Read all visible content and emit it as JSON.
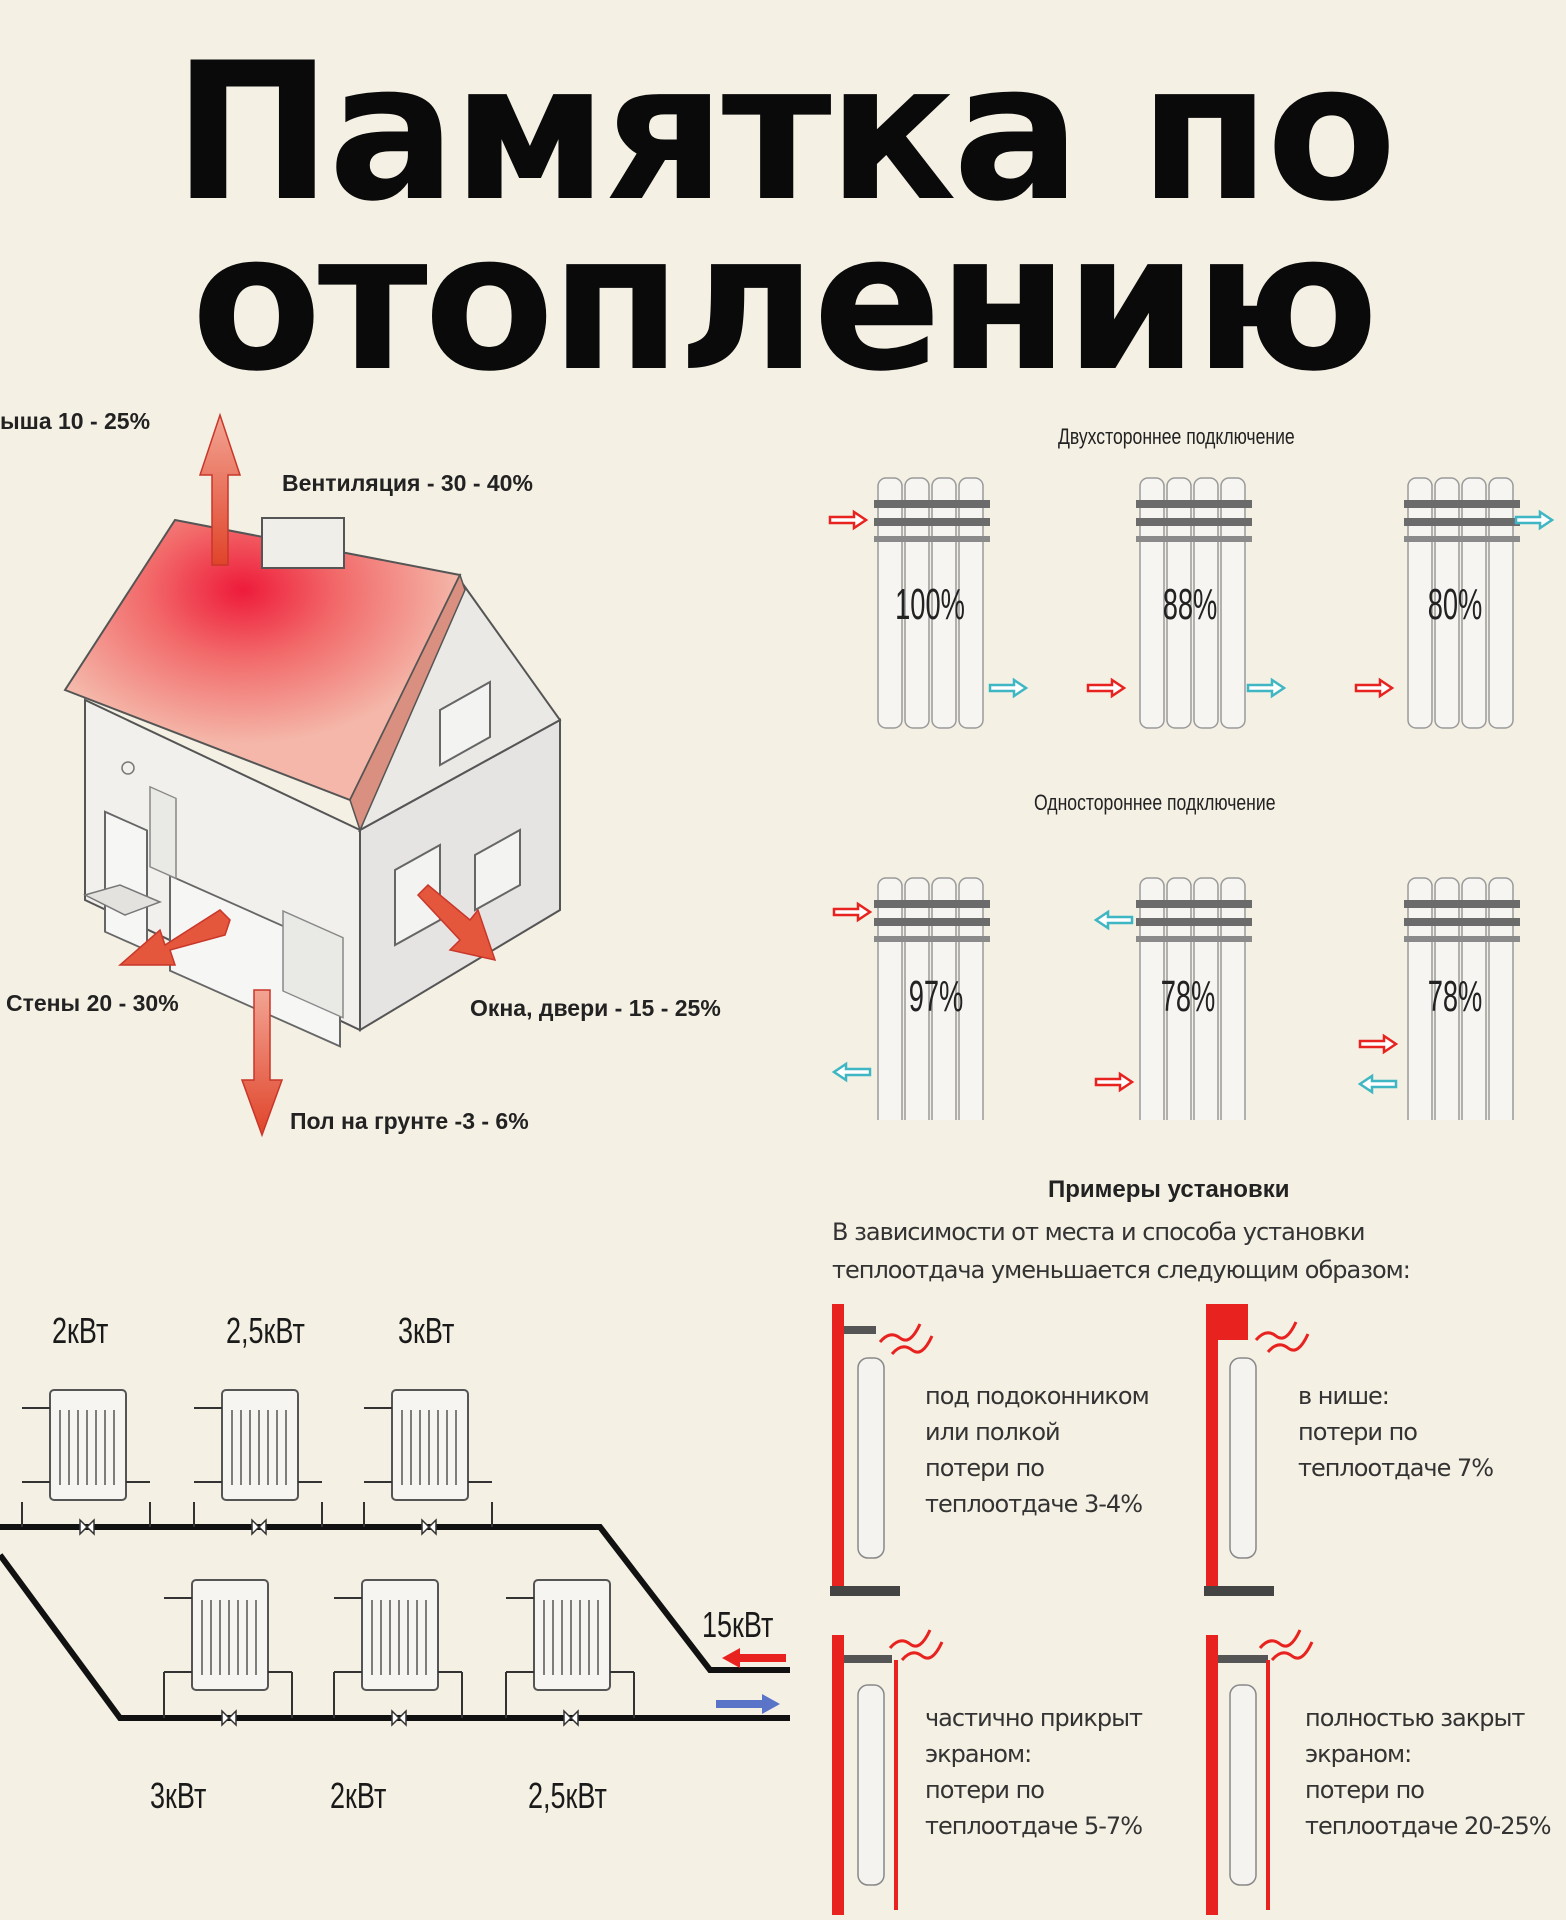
{
  "title": {
    "line1": "Памятка по",
    "line2": "отоплению"
  },
  "house": {
    "roof_label": "ыша 10 - 25%",
    "ventilation_label": "Вентиляция - 30 - 40%",
    "walls_label": "Стены 20 - 30%",
    "windows_label": "Окна, двери - 15 - 25%",
    "floor_label": "Пол на грунте -3 - 6%"
  },
  "connections": {
    "two_sided_title": "Двухстороннее подключение",
    "two_sided": [
      "100%",
      "88%",
      "80%"
    ],
    "one_sided_title": "Одностороннее подключение",
    "one_sided": [
      "97%",
      "78%",
      "78%"
    ]
  },
  "install": {
    "heading": "Примеры установки",
    "intro_line1": "В зависимости от места и способа установки",
    "intro_line2": "теплоотдача уменьшается следующим образом:",
    "cases": [
      {
        "lines": [
          "под подоконником",
          "или полкой",
          "потери по",
          "теплоотдаче 3-4%"
        ]
      },
      {
        "lines": [
          "в нише:",
          "потери по",
          "теплоотдаче 7%"
        ]
      },
      {
        "lines": [
          "частично прикрыт",
          "экраном:",
          "потери по",
          "теплоотдаче 5-7%"
        ]
      },
      {
        "lines": [
          "полностью закрыт",
          "экраном:",
          "потери по",
          "теплоотдаче 20-25%"
        ]
      }
    ]
  },
  "scheme": {
    "top_labels": [
      "2кВт",
      "2,5кВт",
      "3кВт"
    ],
    "bottom_labels": [
      "3кВт",
      "2кВт",
      "2,5кВт"
    ],
    "total_label": "15кВт"
  },
  "colors": {
    "background": "#f4f0e4",
    "red": "#e8231f",
    "heat_pink": "#f0a9a0",
    "cyan": "#3fb6c4"
  }
}
